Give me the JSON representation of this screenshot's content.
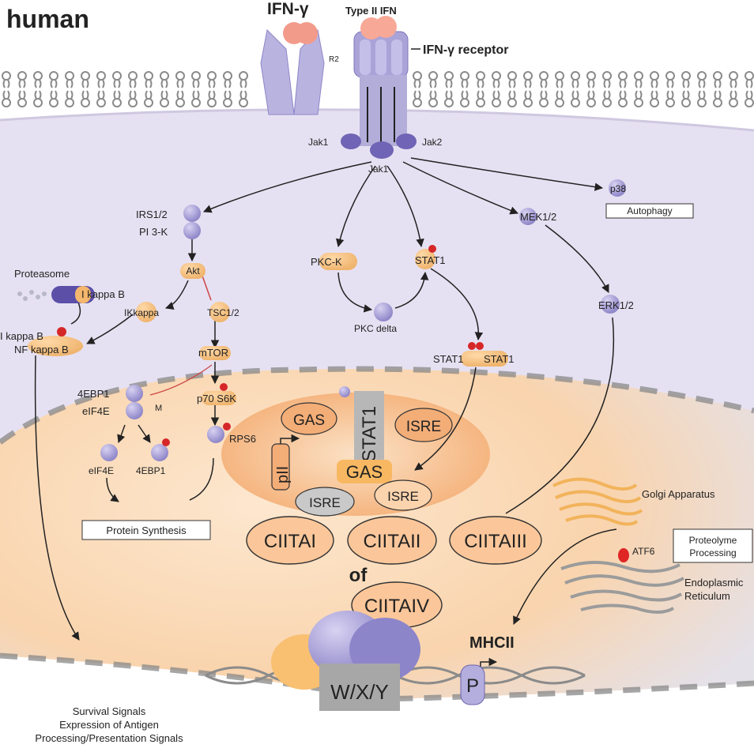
{
  "title": "human",
  "ligand": {
    "name": "IFN-γ",
    "type_label": "Type II IFN",
    "receptor_label": "IFN-γ receptor",
    "r2_label": "R2"
  },
  "kinases": {
    "jak1_left": "Jak1",
    "jak2": "Jak2",
    "jak1_bottom": "Jak1"
  },
  "cytoplasm": {
    "p38": "p38",
    "autophagy": "Autophagy",
    "irs": "IRS1/2",
    "pi3k": "PI 3-K",
    "akt": "Akt",
    "proteasome": "Proteasome",
    "ikappab": "I kappa B",
    "ikkappa": "IKkappa",
    "tsc": "TSC1/2",
    "ikb_nf_1": "I kappa B",
    "ikb_nf_2": "NF kappa B",
    "mtor": "mTOR",
    "pkc_k": "PKC-K",
    "stat1": "STAT1",
    "pkc_delta": "PKC delta",
    "mek": "MEK1/2",
    "erk": "ERK1/2",
    "stat_dimer_a": "STAT1",
    "stat_dimer_b": "STAT1",
    "aebp": "4EBP1",
    "eif": "eIF4E",
    "m_label": "M",
    "p70": "p70 S6K",
    "rps6": "RPS6",
    "eif_free": "eIF4E",
    "aebp_free": "4EBP1",
    "protein_synthesis": "Protein Synthesis"
  },
  "nucleus": {
    "gas_top": "GAS",
    "stat_vertical": "STAT1",
    "isre_top": "ISRE",
    "p_ii": "pII",
    "gas_mid": "GAS",
    "isre_left": "ISRE",
    "isre_right": "ISRE",
    "ciita_i": "CIITAI",
    "ciita_ii": "CIITAII",
    "ciita_iii": "CIITAIII",
    "of_label": "of",
    "ciita_iv": "CIITAIV",
    "wxy": "W/X/Y",
    "p_box": "P",
    "mhcii": "MHCII"
  },
  "organelles": {
    "golgi": "Golgi Apparatus",
    "atf": "ATF6",
    "proteolysis_1": "Proteolyme",
    "proteolysis_2": "Processing",
    "er_1": "Endoplasmic",
    "er_2": "Reticulum"
  },
  "footer": {
    "line1": "Survival Signals",
    "line2": "Expression of Antigen",
    "line3": "Processing/Presentation Signals"
  }
}
